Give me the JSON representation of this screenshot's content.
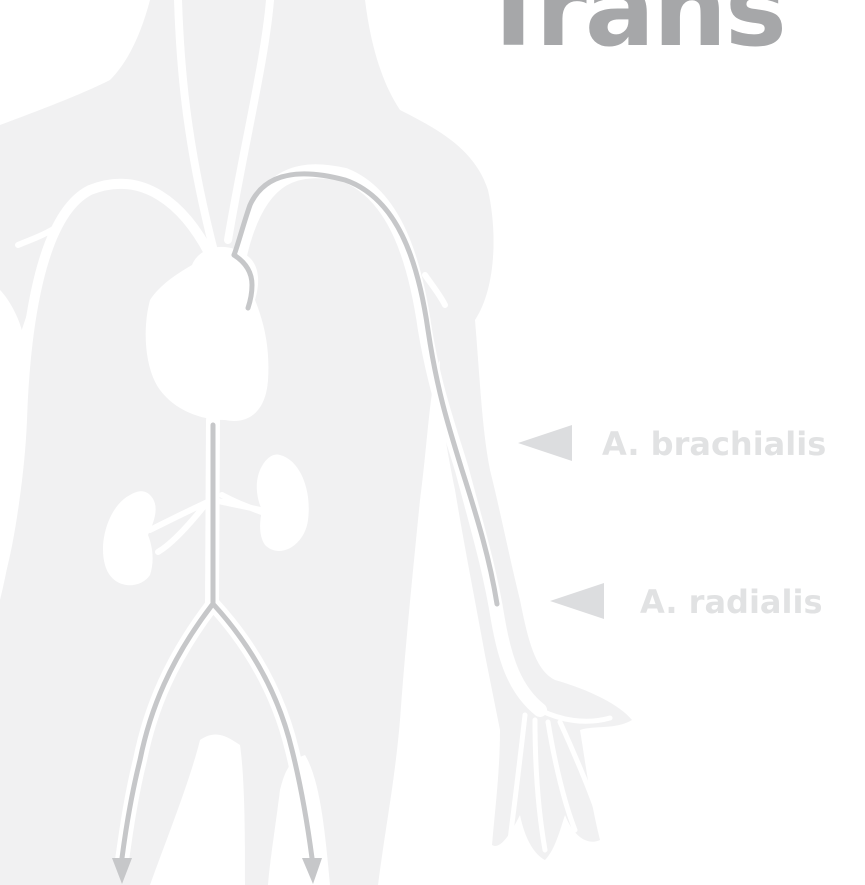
{
  "title": "Trans",
  "labels": {
    "brachialis": "A. brachialis",
    "radialis": "A. radialis"
  },
  "colors": {
    "body_silhouette": "#f1f1f2",
    "vessels": "#ffffff",
    "catheter": "#c6c7c9",
    "title": "#a6a7a9",
    "labels": "#e1e2e3",
    "pointers": "#dcdddf"
  }
}
